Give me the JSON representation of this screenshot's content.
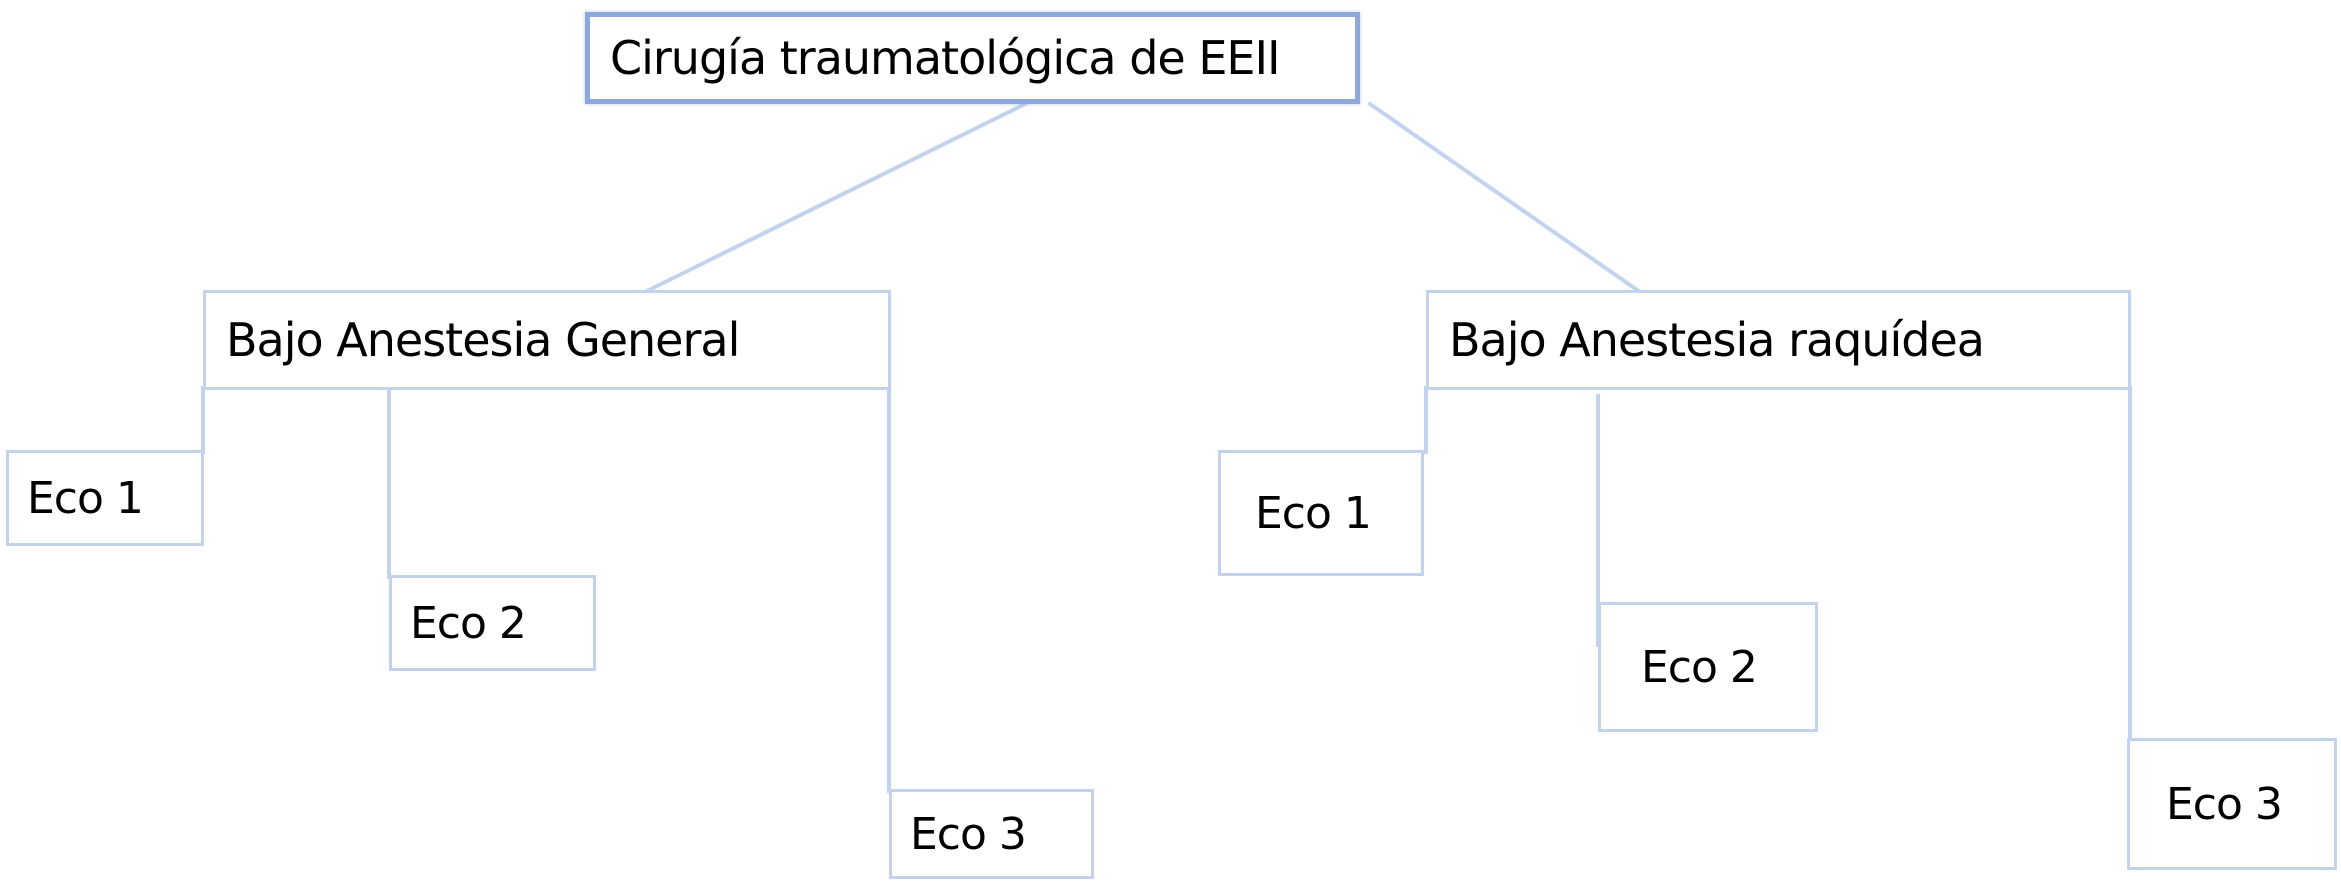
{
  "diagram": {
    "root": {
      "label": "Cirugía traumatológica de EEII"
    },
    "branches": [
      {
        "label": "Bajo Anestesia General",
        "children": [
          "Eco 1",
          "Eco 2",
          "Eco 3"
        ]
      },
      {
        "label": "Bajo Anestesia raquídea",
        "children": [
          "Eco 1",
          "Eco 2",
          "Eco 3"
        ]
      }
    ]
  },
  "colors": {
    "root_border": "#8da9dc",
    "node_border": "#c3d3ee",
    "connector": "#c3d3ee",
    "text": "#000000",
    "background": "#ffffff"
  }
}
